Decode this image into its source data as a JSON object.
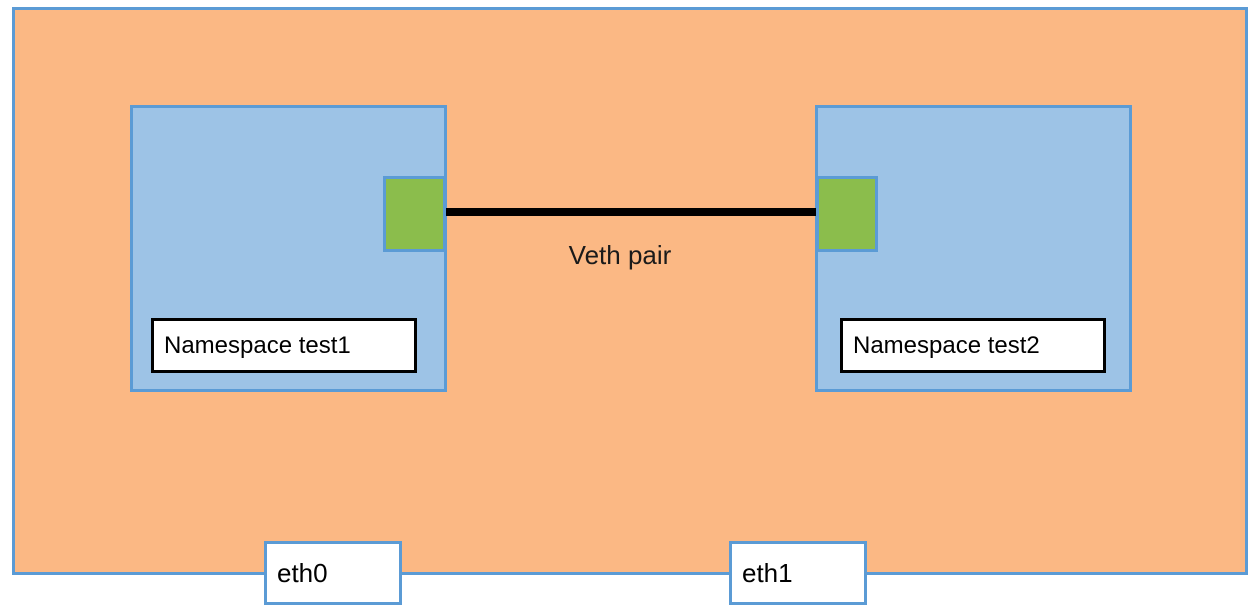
{
  "diagram": {
    "host_color": "#fbb884",
    "namespace_color": "#9dc3e6",
    "veth_endpoint_color": "#8bbd4c",
    "border_color": "#5b9bd5",
    "namespaces": [
      {
        "label": "Namespace test1"
      },
      {
        "label": "Namespace test2"
      }
    ],
    "link": {
      "label": "Veth pair"
    },
    "interfaces": [
      {
        "label": "eth0"
      },
      {
        "label": "eth1"
      }
    ]
  }
}
